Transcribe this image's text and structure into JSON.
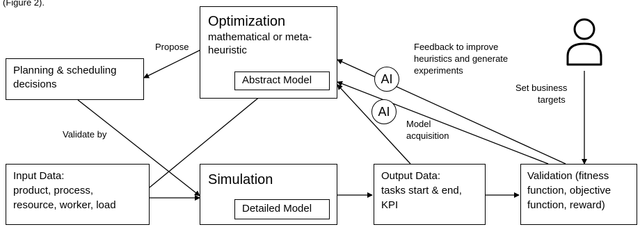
{
  "caption_fragment": "(Figure 2).",
  "nodes": {
    "optimization": {
      "title": "Optimization",
      "subtitle_line1": "mathematical or meta-",
      "subtitle_line2": "heuristic",
      "inner": "Abstract Model"
    },
    "planning": {
      "line1": "Planning & scheduling",
      "line2": "decisions"
    },
    "input": {
      "line1": "Input Data:",
      "line2": "product, process,",
      "line3": "resource, worker, load"
    },
    "simulation": {
      "title": "Simulation",
      "inner": "Detailed Model"
    },
    "output": {
      "line1": "Output Data:",
      "line2": "tasks start & end,",
      "line3": "KPI"
    },
    "validation": {
      "line1": "Validation (fitness",
      "line2": "function, objective",
      "line3": "function, reward)"
    }
  },
  "ai_label": "AI",
  "edge_labels": {
    "propose": "Propose",
    "validate_by": "Validate by",
    "feedback_line1": "Feedback to improve",
    "feedback_line2": "heuristics and generate",
    "feedback_line3": "experiments",
    "model_acq_line1": "Model",
    "model_acq_line2": "acquisition",
    "targets_line1": "Set business",
    "targets_line2": "targets"
  },
  "icons": {
    "user": "person-icon"
  }
}
